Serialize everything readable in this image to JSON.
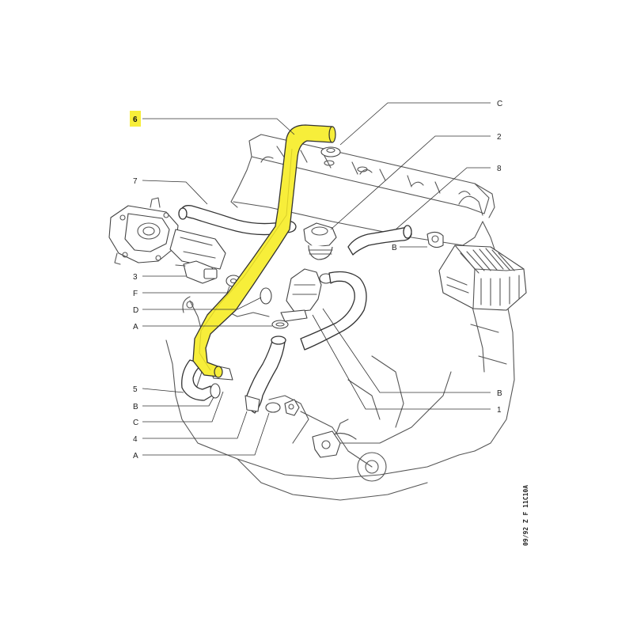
{
  "diagram": {
    "highlight_color": "#f7ee3a",
    "highlight_label_color": "#f7ee3a",
    "callouts_left": [
      {
        "id": "c-6",
        "label": "6"
      },
      {
        "id": "c-7",
        "label": "7"
      },
      {
        "id": "c-3",
        "label": "3"
      },
      {
        "id": "c-F",
        "label": "F"
      },
      {
        "id": "c-D",
        "label": "D"
      },
      {
        "id": "c-A1",
        "label": "A"
      },
      {
        "id": "c-5",
        "label": "5"
      },
      {
        "id": "c-B1",
        "label": "B"
      },
      {
        "id": "c-C1",
        "label": "C"
      },
      {
        "id": "c-4",
        "label": "4"
      },
      {
        "id": "c-A2",
        "label": "A"
      }
    ],
    "callouts_right": [
      {
        "id": "c-C2",
        "label": "C"
      },
      {
        "id": "c-2",
        "label": "2"
      },
      {
        "id": "c-8",
        "label": "8"
      },
      {
        "id": "c-B2",
        "label": "B"
      },
      {
        "id": "c-B3",
        "label": "B"
      },
      {
        "id": "c-1",
        "label": "1"
      }
    ],
    "reference_code": "09/92 Z F 11C10A"
  }
}
